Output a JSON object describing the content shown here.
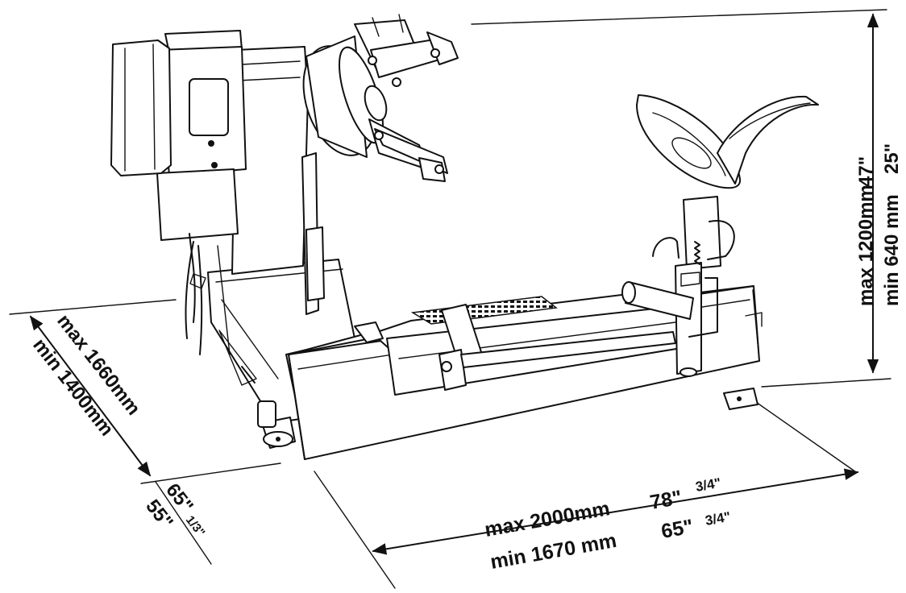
{
  "dimensions": {
    "height": {
      "max_text": "max 1200mm",
      "max_inch_text": "47\"",
      "min_text": "min 640 mm",
      "min_inch_text": "25\""
    },
    "length": {
      "max_text": "max 2000mm",
      "max_inch_text": "78\"",
      "max_frac_text": "3/4\"",
      "min_text": "min  1670 mm",
      "min_inch_text": "65\"",
      "min_frac_text": "3/4\""
    },
    "width": {
      "max_text": "max 1660mm",
      "min_text": "min  1400mm",
      "max_inch_text": "65\"",
      "max_frac_text": "1/3\"",
      "min_inch_text": "55\""
    }
  },
  "colors": {
    "ink": "#111111",
    "paper": "#ffffff"
  }
}
